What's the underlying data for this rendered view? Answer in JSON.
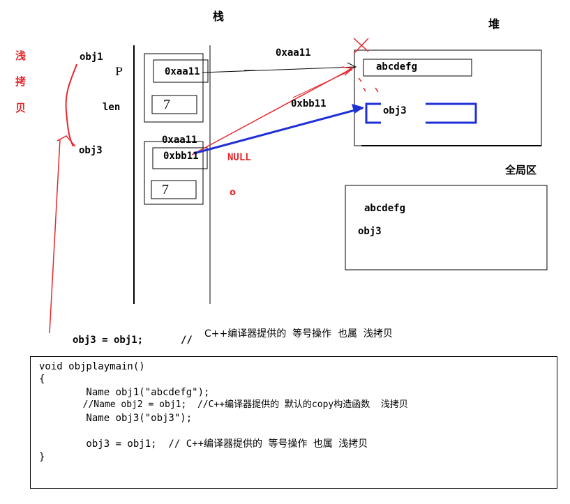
{
  "labels": {
    "stack": "栈",
    "heap": "堆",
    "global": "全局区",
    "shallow_copy_vertical": [
      "浅",
      "拷",
      "贝"
    ],
    "obj1": "obj1",
    "obj3": "obj3",
    "len": "len",
    "p_mark": "P",
    "addr_aa11_heap": "0xaa11",
    "addr_bb11_heap": "0xbb11",
    "slot1_ptr": "0xaa11",
    "slot1_len": "7",
    "slot2_overwritten": "0xaa11",
    "slot2_ptr": "0xbb11",
    "slot2_len": "7",
    "null_label": "NULL",
    "null_circle": "o",
    "heap_string": "abcdefg",
    "heap_obj3": "obj3",
    "global_str1": "abcdefg",
    "global_str2": "obj3",
    "assign_stmt": "obj3 = obj1;",
    "assign_comment_slash": "//",
    "assign_comment": "C++编译器提供的  等号操作  也属  浅拷贝"
  },
  "code": [
    "void objplaymain()",
    "{",
    "        Name obj1(\"abcdefg\");",
    "        //Name obj2 = obj1;  //C++编译器提供的 默认的copy构造函数  浅拷贝",
    "        Name obj3(\"obj3\");",
    "",
    "        obj3 = obj1;  // C++编译器提供的 等号操作 也属 浅拷贝",
    "}"
  ],
  "colors": {
    "annotation_red": "#e8262b",
    "arrow_blue": "#1f2fd6",
    "ink": "#000000"
  }
}
